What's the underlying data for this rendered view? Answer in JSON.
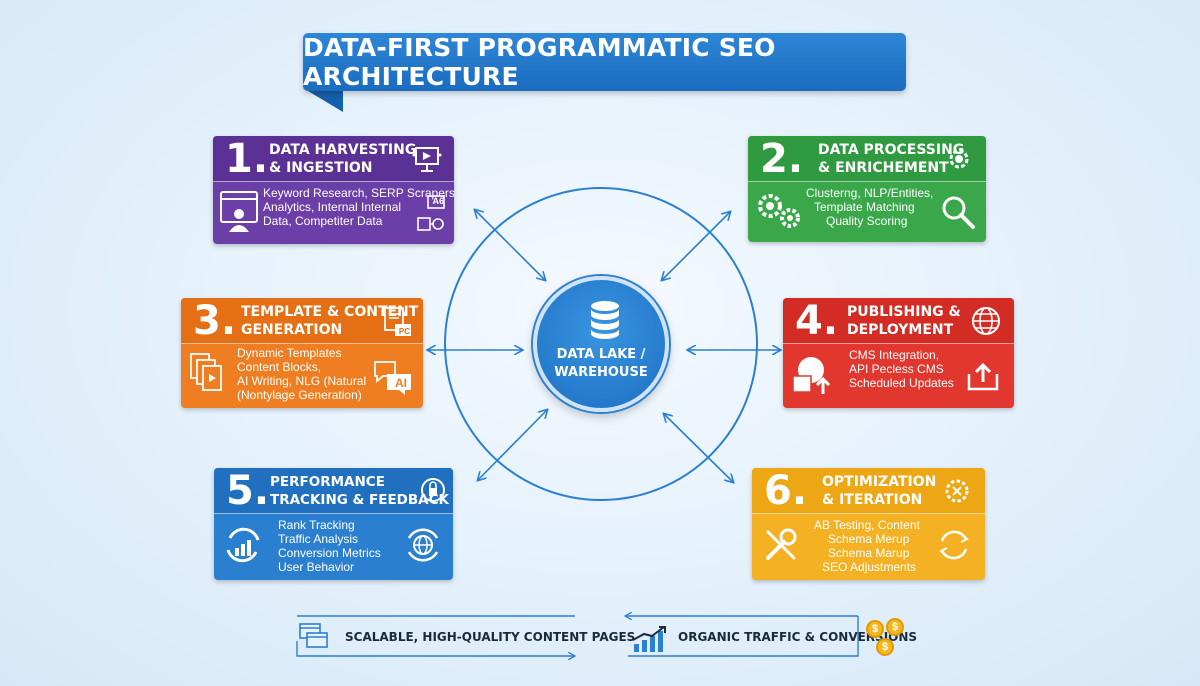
{
  "title": "DATA-FIRST PROGRAMMATIC SEO ARCHITECTURE",
  "hub": {
    "label": "DATA LAKE /\nWAREHOUSE"
  },
  "cards": [
    {
      "number": "1.",
      "title": "DATA HARVESTING\n& INGESTION",
      "color": "#6c3fa8",
      "lines": [
        "Keyword Research, SERP Scrapers,",
        "Analytics, Internal Internal",
        "Data, Competiter Data"
      ],
      "icon_badge": "A6"
    },
    {
      "number": "2.",
      "title": "DATA PROCESSING\n& ENRICHEMENT",
      "color": "#3aa84a",
      "lines": [
        "Clusterng, NLP/Entities,",
        "Template Matching",
        "Quality Scoring"
      ]
    },
    {
      "number": "3.",
      "title": "TEMPLATE & CONTENT\nGENERATION",
      "color": "#ef7d22",
      "lines": [
        "Dynamic Templates",
        "Content Blocks,",
        "AI Writing, NLG (Natural",
        "(Nontylage Generation)"
      ],
      "icon_badge": "PC",
      "chat_badge": "AI"
    },
    {
      "number": "4.",
      "title": "PUBLISHING &\nDEPLOYMENT",
      "color": "#e2372f",
      "lines": [
        "CMS Integration,",
        "API Pecless CMS",
        "Scheduled Updates"
      ]
    },
    {
      "number": "5.",
      "title": "PERFORMANCE\nTRACKING & FEEDBACK",
      "color": "#2b7fd0",
      "lines": [
        "Rank Tracking",
        "Traffic Analysis",
        "Conversion Metrics",
        "User Behavior"
      ]
    },
    {
      "number": "6.",
      "title": "OPTIMIZATION\n& ITERATION",
      "color": "#f3b123",
      "lines": [
        "AB Testing, Content",
        "Schema Merup",
        "Schema Marup",
        "SEO Adjustments"
      ]
    }
  ],
  "footer": {
    "left": "SCALABLE, HIGH-QUALITY CONTENT PAGES",
    "right": "ORGANIC TRAFFIC & CONVERSIONS",
    "coin_symbol": "$"
  },
  "colors": {
    "title_blue": "#1f74c8",
    "connector_blue": "#2a7fd0",
    "text_dark": "#1b2a3a"
  }
}
